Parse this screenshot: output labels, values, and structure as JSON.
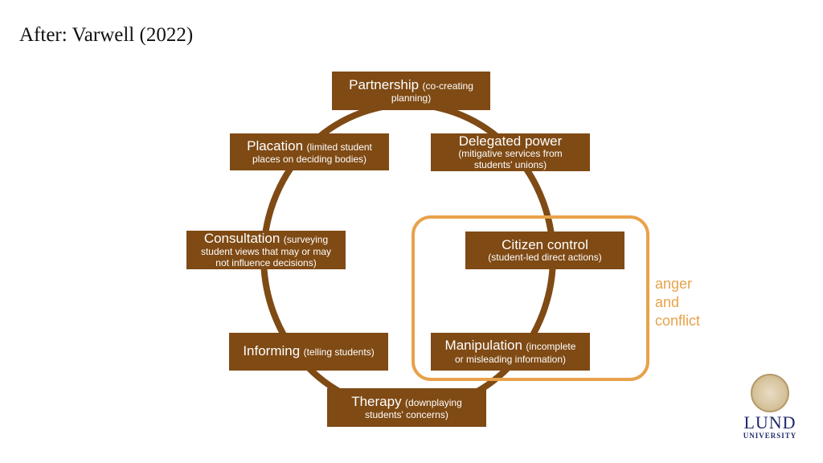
{
  "title": "After: Varwell (2022)",
  "colors": {
    "box": "#7f4a14",
    "ring": "#7f4a14",
    "conflict": "#e8a24a",
    "logo": "#1f2a6b"
  },
  "rungs": {
    "partnership": {
      "main": "Partnership",
      "sub1": "(co-creating",
      "sub2": "planning)"
    },
    "delegated": {
      "main": "Delegated power",
      "sub1": "(mitigative services from",
      "sub2": "students' unions)"
    },
    "placation": {
      "main": "Placation",
      "sub1": "(limited student",
      "sub2": "places on deciding bodies)"
    },
    "consultation": {
      "main": "Consultation",
      "sub1": "(surveying",
      "sub2": "student views that may or may",
      "sub3": "not influence decisions)"
    },
    "citizen": {
      "main": "Citizen control",
      "sub1": "(student-led direct actions)"
    },
    "informing": {
      "main": "Informing",
      "sub1": "(telling students)"
    },
    "manipulation": {
      "main": "Manipulation",
      "sub1": "(incomplete",
      "sub2": "or misleading information)"
    },
    "therapy": {
      "main": "Therapy",
      "sub1": "(downplaying",
      "sub2": "students' concerns)"
    }
  },
  "conflict_label": {
    "line1": "anger",
    "line2": "and",
    "line3": "conflict"
  },
  "logo": {
    "name": "Lund",
    "sub": "University"
  }
}
